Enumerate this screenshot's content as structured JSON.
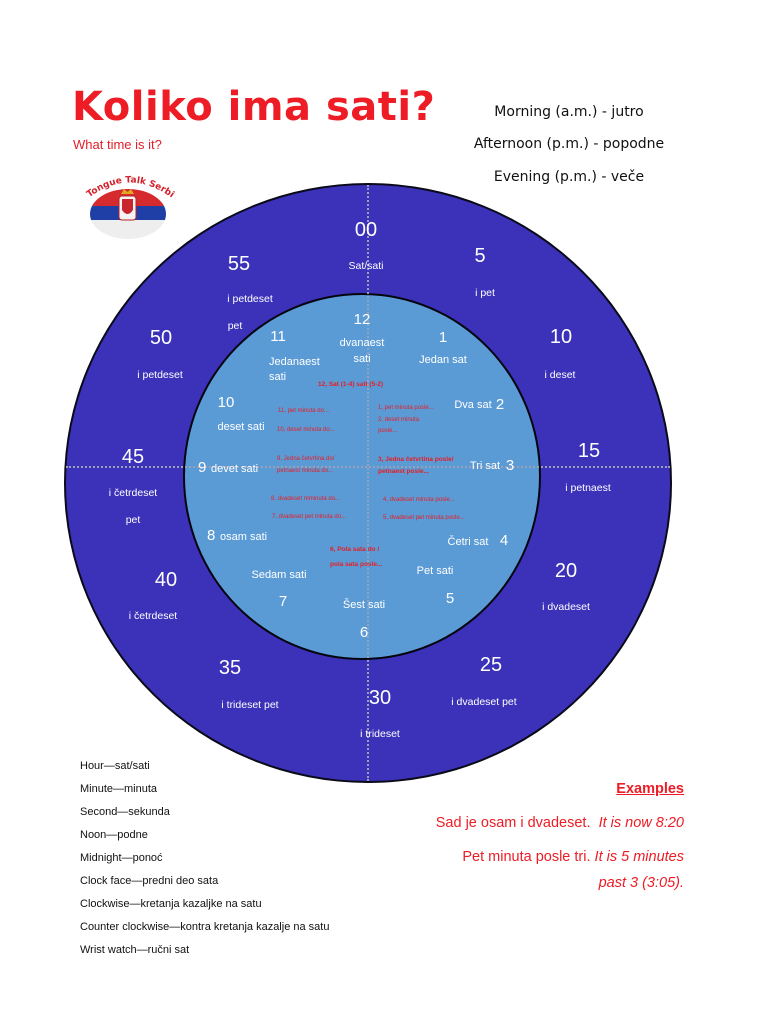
{
  "header": {
    "title": "Koliko ima sati?",
    "subtitle": "What time is it?",
    "logo_text": "Tongue Talk Serbia"
  },
  "periods": [
    {
      "label": "Morning (a.m.) - jutro"
    },
    {
      "label": "Afternoon (p.m.) - popodne"
    },
    {
      "label": "Evening (p.m.) - veče"
    }
  ],
  "colors": {
    "title_red": "#ee1c25",
    "outer_ring": "#3b32b9",
    "inner_face": "#5b9bd5",
    "text_white": "#ffffff"
  },
  "minutes": [
    {
      "num": "00",
      "word": "Sat/sati"
    },
    {
      "num": "5",
      "word": "i pet"
    },
    {
      "num": "10",
      "word": "i deset"
    },
    {
      "num": "15",
      "word": "i petnaest"
    },
    {
      "num": "20",
      "word": "i dvadeset"
    },
    {
      "num": "25",
      "word": "i dvadeset pet"
    },
    {
      "num": "30",
      "word": "i trideset"
    },
    {
      "num": "35",
      "word": "i trideset pet"
    },
    {
      "num": "40",
      "word": "i četrdeset"
    },
    {
      "num": "45",
      "word": "i četrdeset",
      "word2": "pet"
    },
    {
      "num": "50",
      "word": "i petdeset"
    },
    {
      "num": "55",
      "word": "i petdeset",
      "word2": "pet"
    }
  ],
  "hours": [
    {
      "num": "12",
      "word": "dvanaest",
      "word2": "sati"
    },
    {
      "num": "1",
      "word": "Jedan sat"
    },
    {
      "num": "2",
      "word": "Dva sat"
    },
    {
      "num": "3",
      "word": "Tri sat"
    },
    {
      "num": "4",
      "word": "Četri sat"
    },
    {
      "num": "5",
      "word": "Pet sati"
    },
    {
      "num": "6",
      "word": "Šest sati"
    },
    {
      "num": "7",
      "word": "Sedam sati"
    },
    {
      "num": "8",
      "word": "osam sati"
    },
    {
      "num": "9",
      "word": "devet sati"
    },
    {
      "num": "10",
      "word": "deset sati"
    },
    {
      "num": "11",
      "word": "Jedanaest",
      "word2": "sati"
    }
  ],
  "phrases": {
    "p12": "12, Sat (1-4) sati (5-2)",
    "p11": "11, pet minuta do...",
    "p10": "10, deset minuta do...",
    "p9a": "9, Jedna četvrtina do/",
    "p9b": "petnaest minuta do...",
    "p8": "8, dvadeset mminuta do...",
    "p7": "7, dvadeset pet minuta do...",
    "p6a": "6, Pola sata do /",
    "p6b": "pola sata posle...",
    "p1": "1, pet minuta posle...",
    "p2a": "2, deset minuta",
    "p2b": "posle...",
    "p3a": "3, Jedna četvrtina posle/",
    "p3b": "petnaest posle...",
    "p4": "4, dvadeset minuta posle...",
    "p5": "5, dvadeset pet minuta posle..."
  },
  "vocabulary": [
    "Hour—sat/sati",
    "Minute—minuta",
    "Second—sekunda",
    "Noon—podne",
    "Midnight—ponoć",
    "Clock face—predni deo sata",
    "Clockwise—kretanja kazaljke na satu",
    "Counter clockwise—kontra kretanja kazalje na satu",
    "Wrist watch—ručni sat"
  ],
  "examples": {
    "title": "Examples",
    "ex1_sr": "Sad je osam i dvadeset.",
    "ex1_en": "It is now 8:20",
    "ex2_sr": "Pet minuta posle tri.",
    "ex2_en": "It is 5 minutes",
    "ex2_en2": "past 3 (3:05)."
  }
}
